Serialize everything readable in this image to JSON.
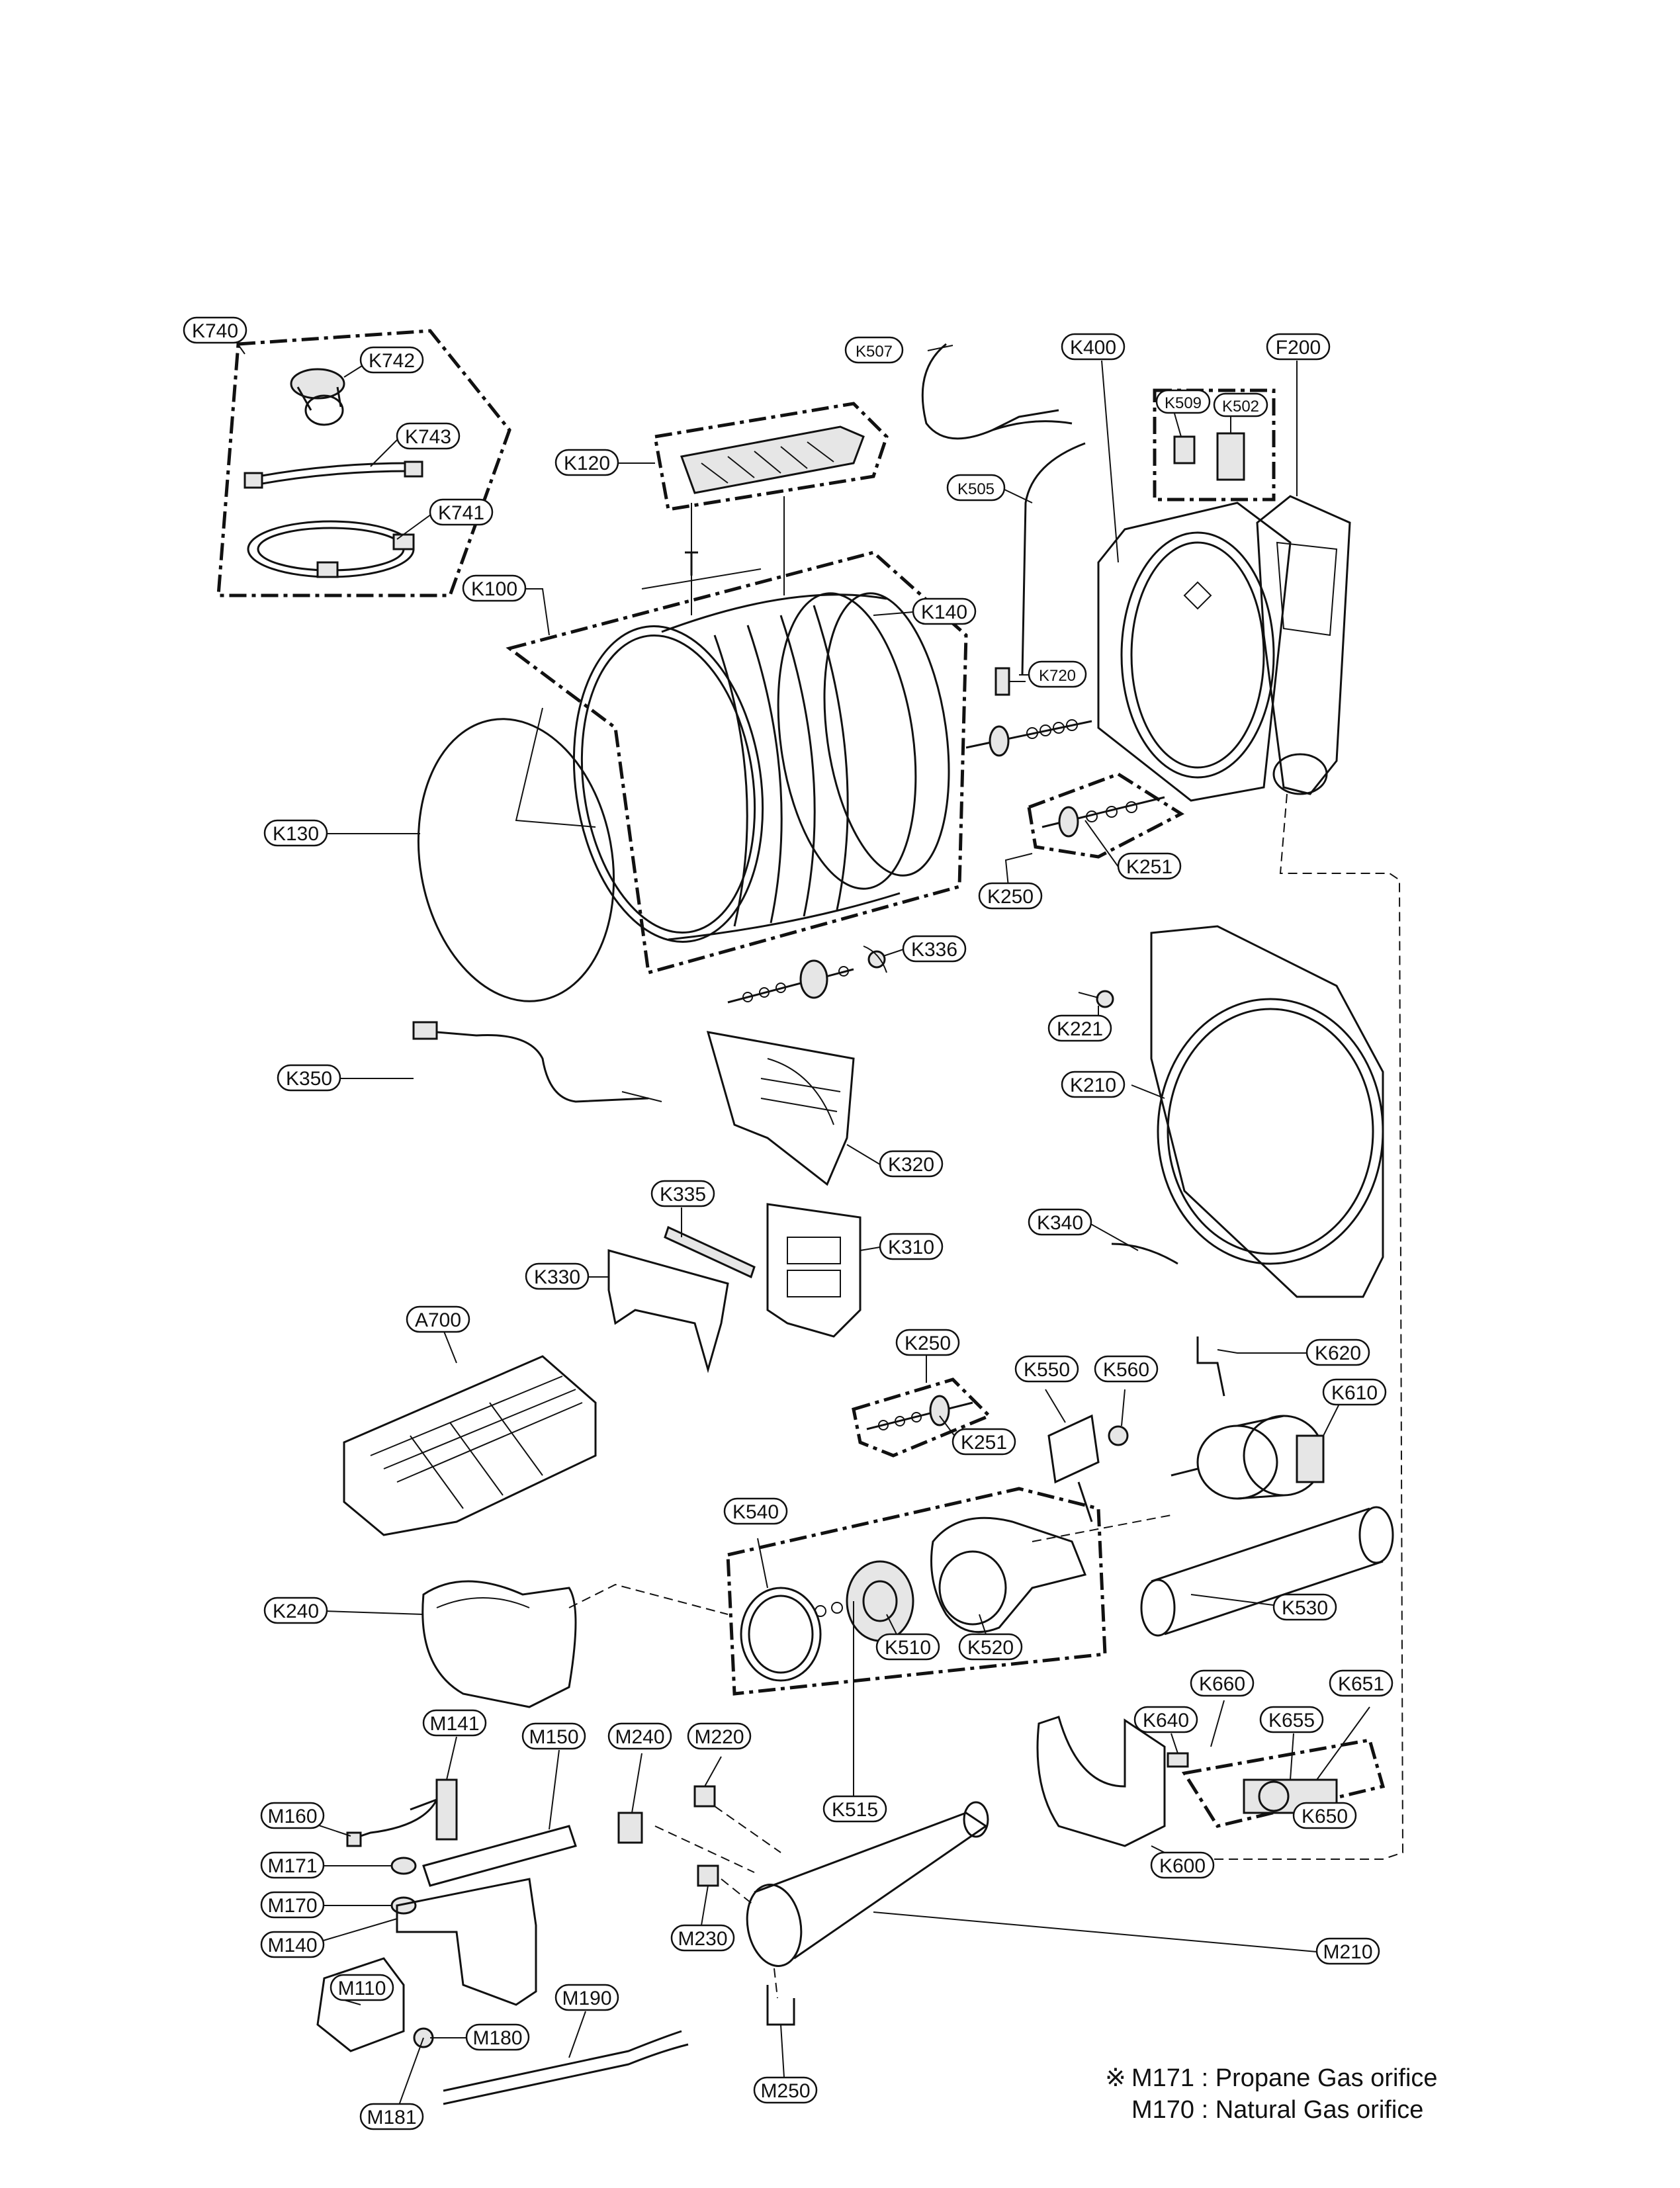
{
  "labels": [
    {
      "id": "K740",
      "text": "K740"
    },
    {
      "id": "K742",
      "text": "K742"
    },
    {
      "id": "K743",
      "text": "K743"
    },
    {
      "id": "K741",
      "text": "K741"
    },
    {
      "id": "K120",
      "text": "K120"
    },
    {
      "id": "K100",
      "text": "K100"
    },
    {
      "id": "K140",
      "text": "K140"
    },
    {
      "id": "K130",
      "text": "K130"
    },
    {
      "id": "K507",
      "text": "K507"
    },
    {
      "id": "K505",
      "text": "K505"
    },
    {
      "id": "K720",
      "text": "K720"
    },
    {
      "id": "K400",
      "text": "K400"
    },
    {
      "id": "K509",
      "text": "K509"
    },
    {
      "id": "K502",
      "text": "K502"
    },
    {
      "id": "F200",
      "text": "F200"
    },
    {
      "id": "K251a",
      "text": "K251"
    },
    {
      "id": "K250a",
      "text": "K250"
    },
    {
      "id": "K336",
      "text": "K336"
    },
    {
      "id": "K221",
      "text": "K221"
    },
    {
      "id": "K210",
      "text": "K210"
    },
    {
      "id": "K350",
      "text": "K350"
    },
    {
      "id": "K320",
      "text": "K320"
    },
    {
      "id": "K335",
      "text": "K335"
    },
    {
      "id": "K310",
      "text": "K310"
    },
    {
      "id": "K330",
      "text": "K330"
    },
    {
      "id": "K340",
      "text": "K340"
    },
    {
      "id": "A700",
      "text": "A700"
    },
    {
      "id": "K250b",
      "text": "K250"
    },
    {
      "id": "K251b",
      "text": "K251"
    },
    {
      "id": "K550",
      "text": "K550"
    },
    {
      "id": "K560",
      "text": "K560"
    },
    {
      "id": "K620",
      "text": "K620"
    },
    {
      "id": "K610",
      "text": "K610"
    },
    {
      "id": "K540",
      "text": "K540"
    },
    {
      "id": "K240",
      "text": "K240"
    },
    {
      "id": "K510",
      "text": "K510"
    },
    {
      "id": "K520",
      "text": "K520"
    },
    {
      "id": "K530",
      "text": "K530"
    },
    {
      "id": "K515",
      "text": "K515"
    },
    {
      "id": "K660",
      "text": "K660"
    },
    {
      "id": "K651",
      "text": "K651"
    },
    {
      "id": "K640",
      "text": "K640"
    },
    {
      "id": "K655",
      "text": "K655"
    },
    {
      "id": "K650",
      "text": "K650"
    },
    {
      "id": "K600",
      "text": "K600"
    },
    {
      "id": "M141",
      "text": "M141"
    },
    {
      "id": "M150",
      "text": "M150"
    },
    {
      "id": "M240",
      "text": "M240"
    },
    {
      "id": "M220",
      "text": "M220"
    },
    {
      "id": "M160",
      "text": "M160"
    },
    {
      "id": "M171",
      "text": "M171"
    },
    {
      "id": "M170",
      "text": "M170"
    },
    {
      "id": "M140",
      "text": "M140"
    },
    {
      "id": "M230",
      "text": "M230"
    },
    {
      "id": "M210",
      "text": "M210"
    },
    {
      "id": "M110",
      "text": "M110"
    },
    {
      "id": "M190",
      "text": "M190"
    },
    {
      "id": "M180",
      "text": "M180"
    },
    {
      "id": "M250",
      "text": "M250"
    },
    {
      "id": "M181",
      "text": "M181"
    }
  ],
  "notes": {
    "symbol": "※",
    "line1": "M171 : Propane Gas orifice",
    "line2": "M170 : Natural Gas orifice"
  }
}
